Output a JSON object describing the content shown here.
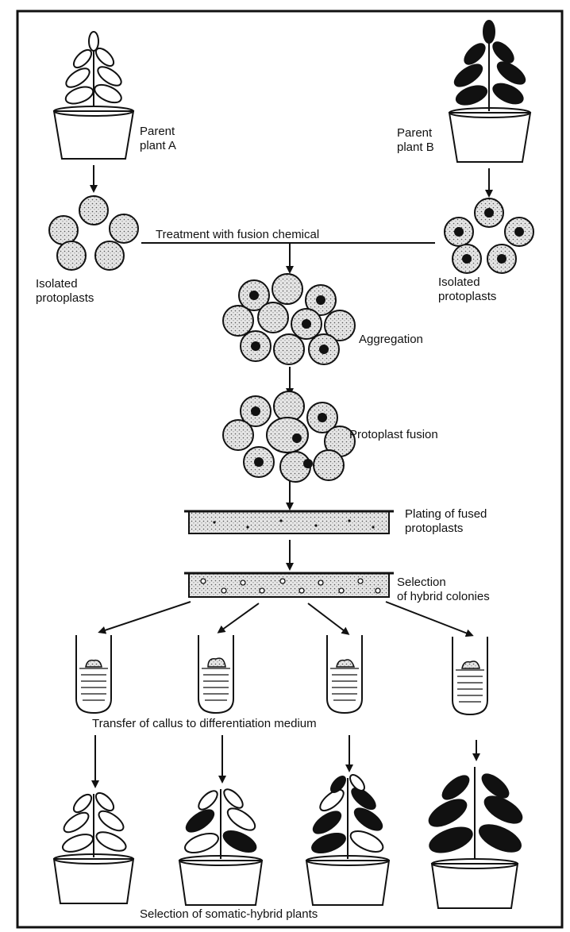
{
  "labels": {
    "parent_a_line1": "Parent",
    "parent_a_line2": "plant A",
    "parent_b_line1": "Parent",
    "parent_b_line2": "plant B",
    "isolated_a_line1": "Isolated",
    "isolated_a_line2": "protoplasts",
    "isolated_b_line1": "Isolated",
    "isolated_b_line2": "protoplasts",
    "treatment": "Treatment with fusion chemical",
    "aggregation": "Aggregation",
    "fusion": "Protoplast fusion",
    "plating_line1": "Plating of fused",
    "plating_line2": "protoplasts",
    "selection_line1": "Selection",
    "selection_line2": "of hybrid colonies",
    "transfer": "Transfer of callus to differentiation medium",
    "final": "Selection of somatic-hybrid plants"
  },
  "colors": {
    "ink": "#111111",
    "stipple_fill": "#d6d6d6",
    "background": "#ffffff"
  }
}
